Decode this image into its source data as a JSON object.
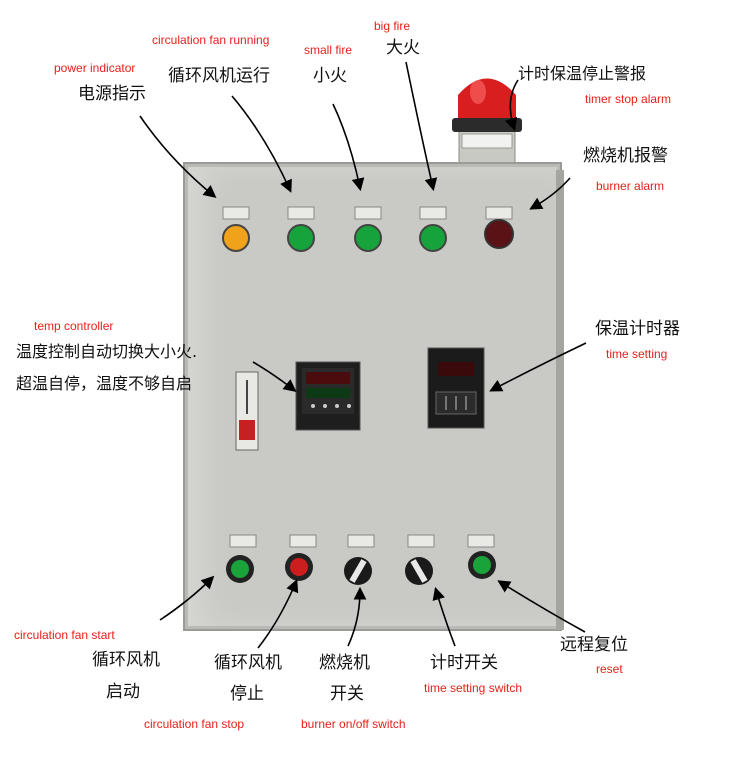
{
  "labels_top": {
    "power_indicator": {
      "en": "power indicator",
      "zh": "电源指示"
    },
    "fan_running": {
      "en": "circulation fan running",
      "zh": "循环风机运行"
    },
    "small_fire": {
      "en": "small fire",
      "zh": "小火"
    },
    "big_fire": {
      "en": "big fire",
      "zh": "大火"
    },
    "timer_stop_alarm": {
      "en": "timer stop alarm",
      "zh": "计时保温停止警报"
    },
    "burner_alarm": {
      "en": "burner alarm",
      "zh": "燃烧机报警"
    }
  },
  "labels_middle": {
    "temp_controller": {
      "en": "temp controller",
      "zh_line1": "温度控制自动切换大小火.",
      "zh_line2": "超温自停，温度不够自启"
    },
    "time_setting": {
      "en": "time setting",
      "zh": "保温计时器"
    }
  },
  "labels_bottom": {
    "fan_start": {
      "en": "circulation fan start",
      "zh_line1": "循环风机",
      "zh_line2": "启动"
    },
    "fan_stop": {
      "en": "circulation fan stop",
      "zh_line1": "循环风机",
      "zh_line2": "停止"
    },
    "burner_switch": {
      "en": "burner on/off switch",
      "zh_line1": "燃烧机",
      "zh_line2": "开关"
    },
    "time_switch": {
      "en": "time setting switch",
      "zh": "计时开关"
    },
    "reset": {
      "en": "reset",
      "zh": "远程复位"
    }
  },
  "indicator_lights": [
    {
      "name": "power",
      "color": "#f0a21a"
    },
    {
      "name": "fan-running",
      "color": "#17a33c"
    },
    {
      "name": "small-fire",
      "color": "#17a33c"
    },
    {
      "name": "big-fire",
      "color": "#17a33c"
    },
    {
      "name": "burner-alarm",
      "color": "#5a1216"
    }
  ],
  "colors": {
    "label_red": "#e8201a",
    "cabinet": "#c9cac5",
    "beacon_red": "#d81e1e"
  }
}
